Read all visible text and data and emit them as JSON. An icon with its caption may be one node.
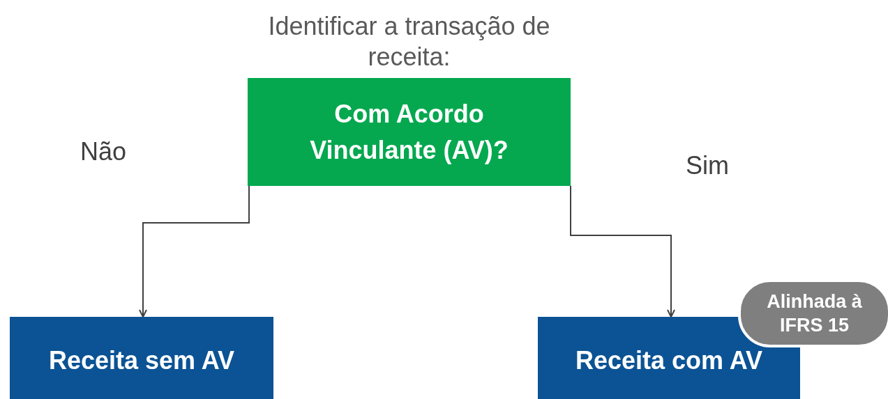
{
  "diagram": {
    "nodes": [
      {
        "text": [
          "Identificar a transação de receita:",
          "Com Acordo Vinculante (AV)?"
        ]
      },
      {
        "text": [
          "Receita sem AV"
        ]
      },
      {
        "text": [
          "Receita com AV"
        ]
      },
      {
        "text": [
          "Alinhada à IFRS 15"
        ]
      }
    ],
    "edges": [
      {
        "from": 0,
        "to": 1,
        "arrow": "to",
        "label": "Não"
      },
      {
        "from": 0,
        "to": 2,
        "arrow": "to",
        "label": "Sim"
      }
    ]
  }
}
